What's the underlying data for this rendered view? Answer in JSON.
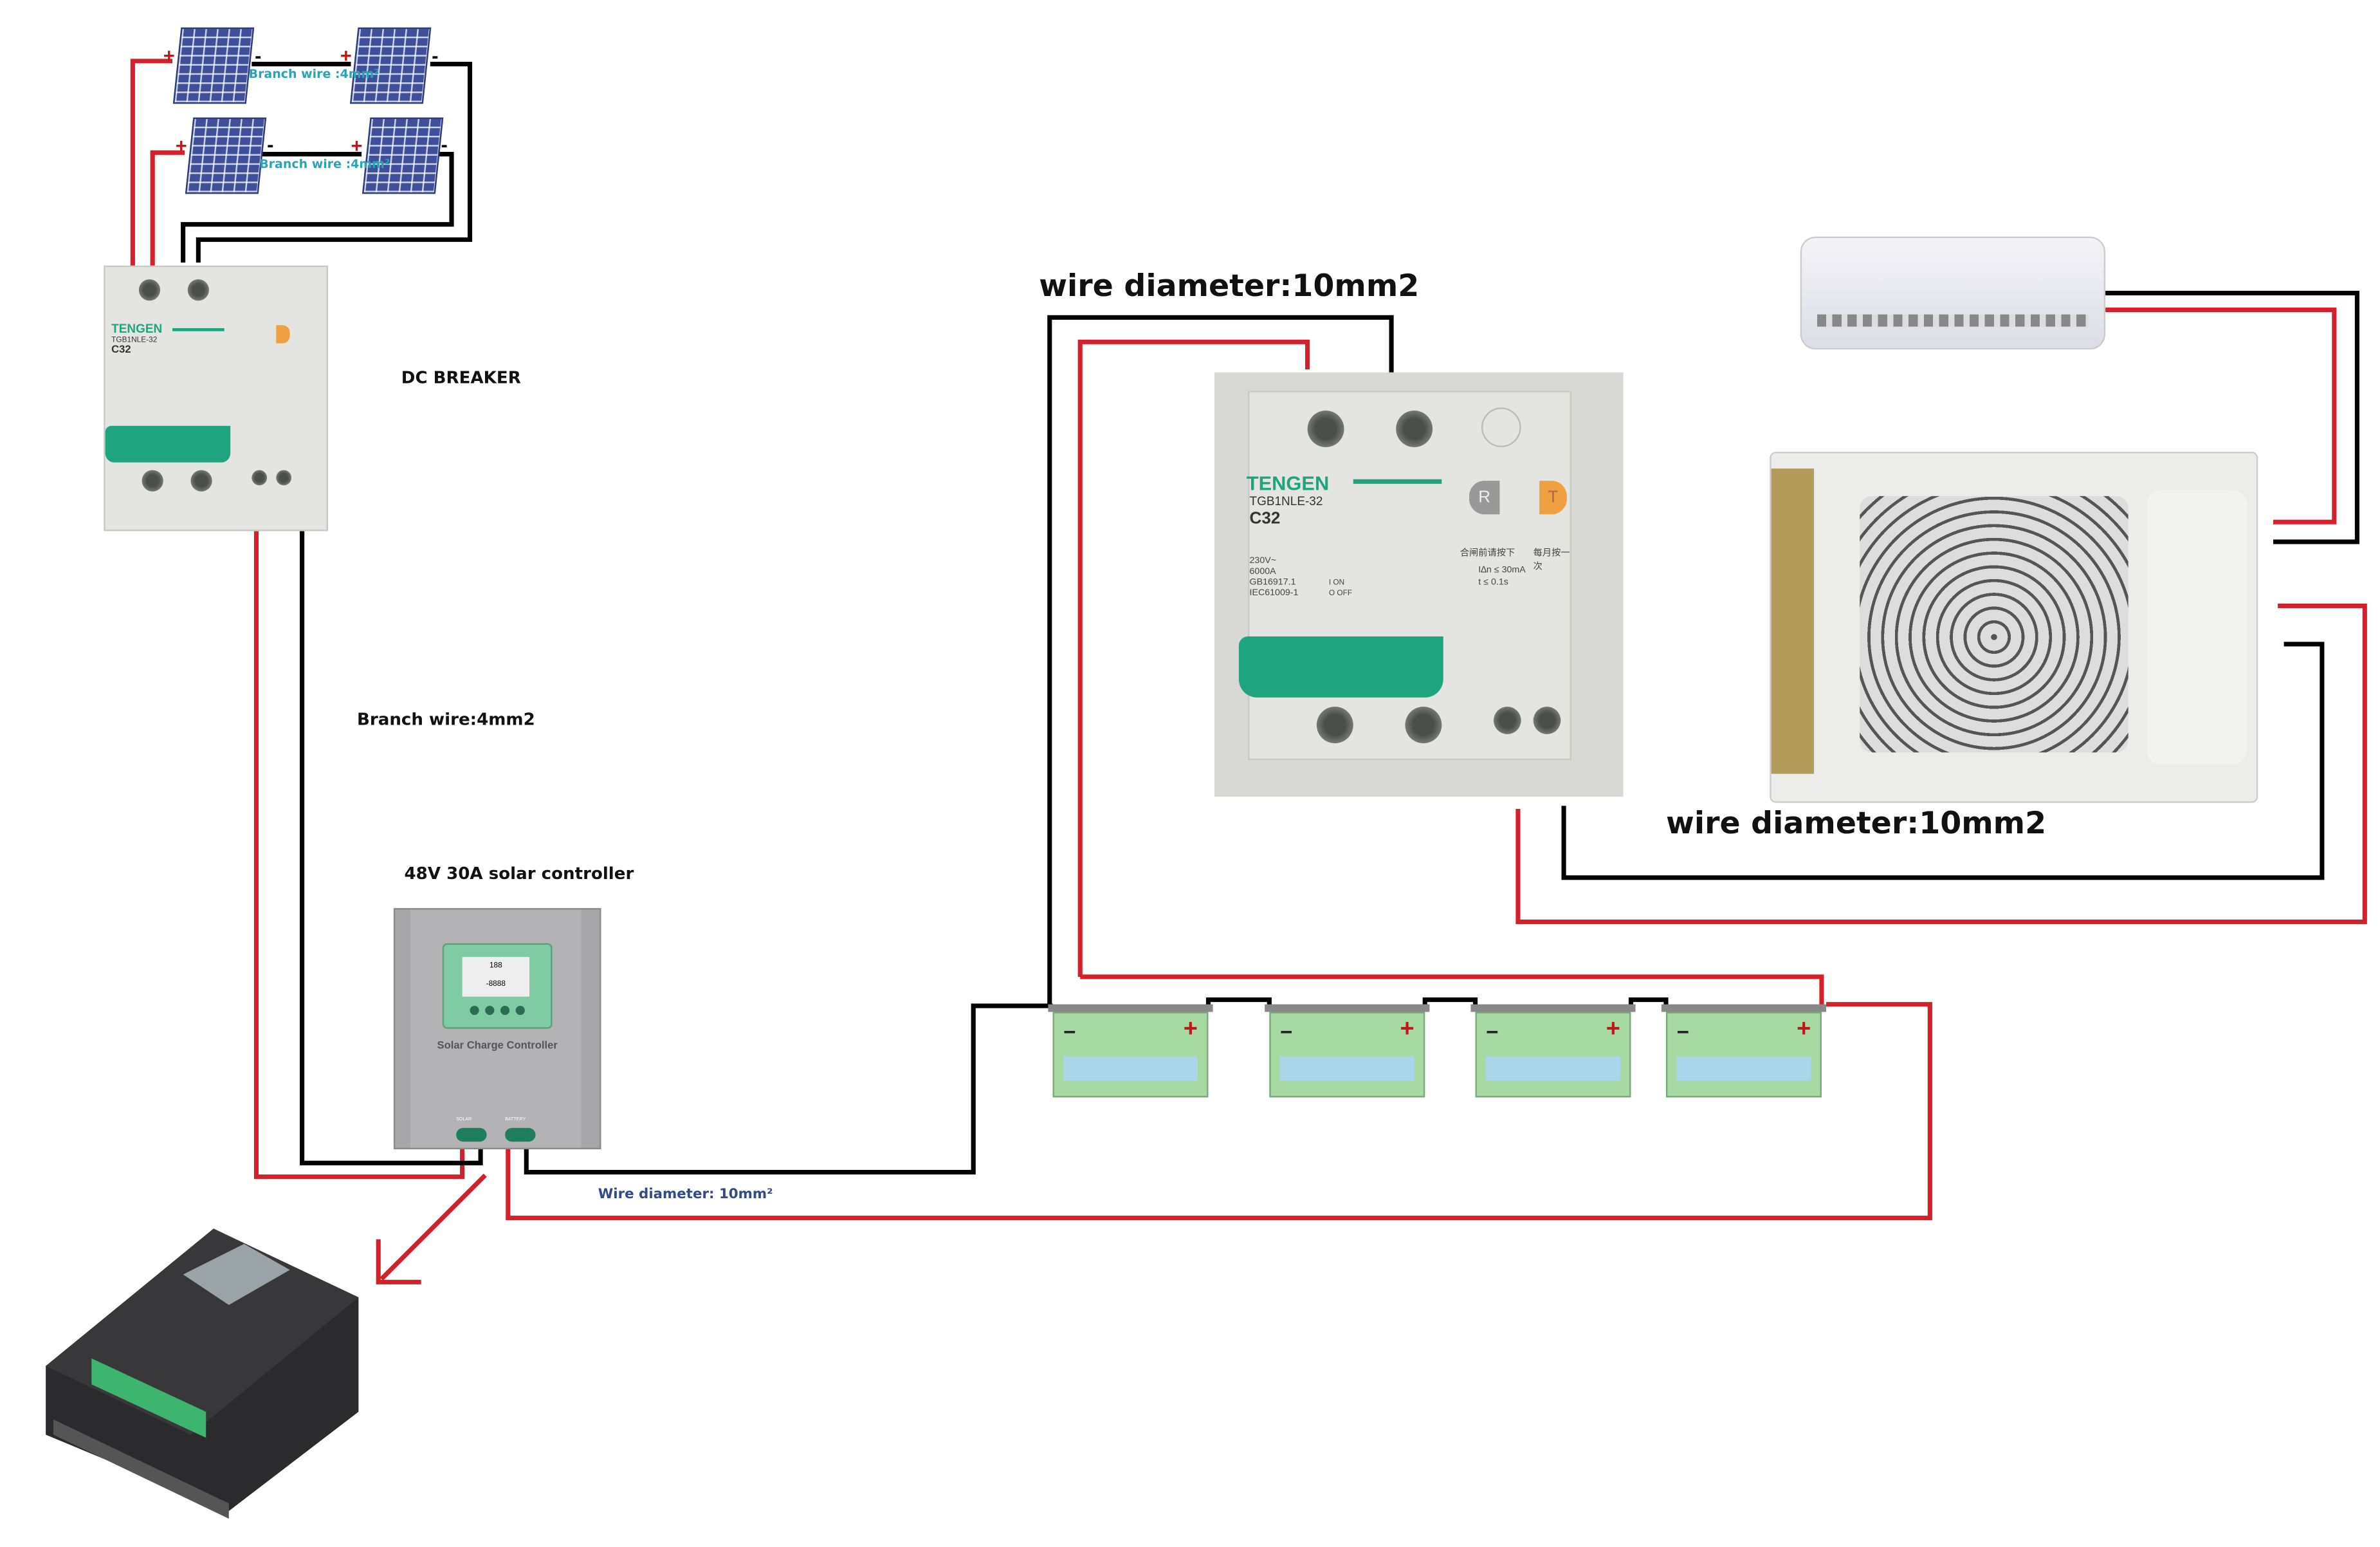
{
  "labels": {
    "branch_wire_top": "Branch wire :4mm²",
    "branch_wire_bottom": "Branch wire :4mm²",
    "dc_breaker": "DC BREAKER",
    "branch_wire_main": "Branch wire:4mm2",
    "controller_title": "48V 30A solar controller",
    "wire_diameter_controller": "Wire diameter: 10mm²",
    "wire_diameter_ac_breaker": "wire diameter:10mm2",
    "wire_diameter_ac_unit": "wire diameter:10mm2"
  },
  "solar_panels": [
    {
      "plus": "+",
      "minus": "-"
    },
    {
      "plus": "+",
      "minus": "-"
    },
    {
      "plus": "+",
      "minus": "-"
    },
    {
      "plus": "+",
      "minus": "-"
    }
  ],
  "breaker": {
    "brand": "TENGEN",
    "model": "TGB1NLE-32",
    "rating": "C32",
    "specs": [
      "230V~",
      "6000A",
      "GB16917.1",
      "IEC61009-1"
    ],
    "on_off": [
      "I ON",
      "O OFF"
    ],
    "reset": "R",
    "test": "T",
    "reset_hint": "合闸前请按下",
    "test_hint": "每月按一次",
    "leak_current": "I∆n ≤ 30mA",
    "trip_time": "t ≤ 0.1s"
  },
  "controller": {
    "name": "Solar Charge Controller",
    "lcd_value": "188",
    "lcd_value2": "-8888",
    "terminal_solar": "SOLAR",
    "terminal_battery": "BATTERY"
  },
  "batteries": [
    {
      "minus": "−",
      "plus": "+"
    },
    {
      "minus": "−",
      "plus": "+"
    },
    {
      "minus": "−",
      "plus": "+"
    },
    {
      "minus": "−",
      "plus": "+"
    }
  ],
  "colors": {
    "positive_wire": "#d4202a",
    "negative_wire": "#000000",
    "branch_label": "#2aa3b5",
    "controller_wire_label": "#334a8a",
    "breaker_green": "#1ea57f"
  }
}
